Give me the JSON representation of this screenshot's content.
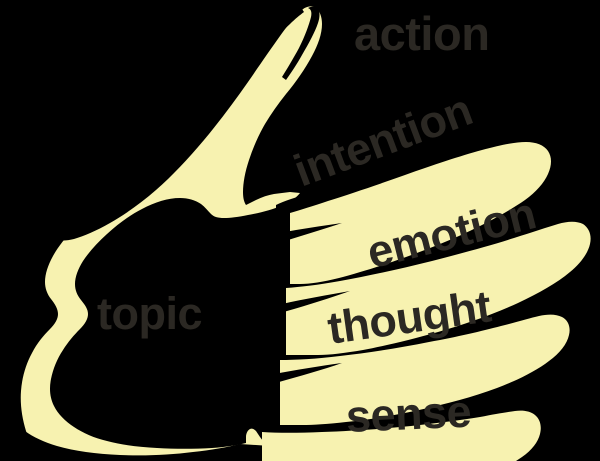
{
  "diagram": {
    "title": "hand-of-communication",
    "background_color": "#000000",
    "hand_color": "#F7F2B0",
    "text_color": "#2B2823",
    "labels": [
      {
        "id": "action",
        "text": "action",
        "placement": "thumb",
        "rotation_deg": 0,
        "name": "label-action"
      },
      {
        "id": "intention",
        "text": "intention",
        "placement": "index-finger",
        "rotation_deg": -20.5,
        "name": "label-intention"
      },
      {
        "id": "emotion",
        "text": "emotion",
        "placement": "middle-finger",
        "rotation_deg": -14,
        "name": "label-emotion"
      },
      {
        "id": "thought",
        "text": "thought",
        "placement": "ring-finger",
        "rotation_deg": -8,
        "name": "label-thought"
      },
      {
        "id": "sense",
        "text": "sense",
        "placement": "little-finger",
        "rotation_deg": -2.5,
        "name": "label-sense"
      },
      {
        "id": "topic",
        "text": "topic",
        "placement": "palm",
        "rotation_deg": 0,
        "name": "label-topic"
      }
    ]
  }
}
